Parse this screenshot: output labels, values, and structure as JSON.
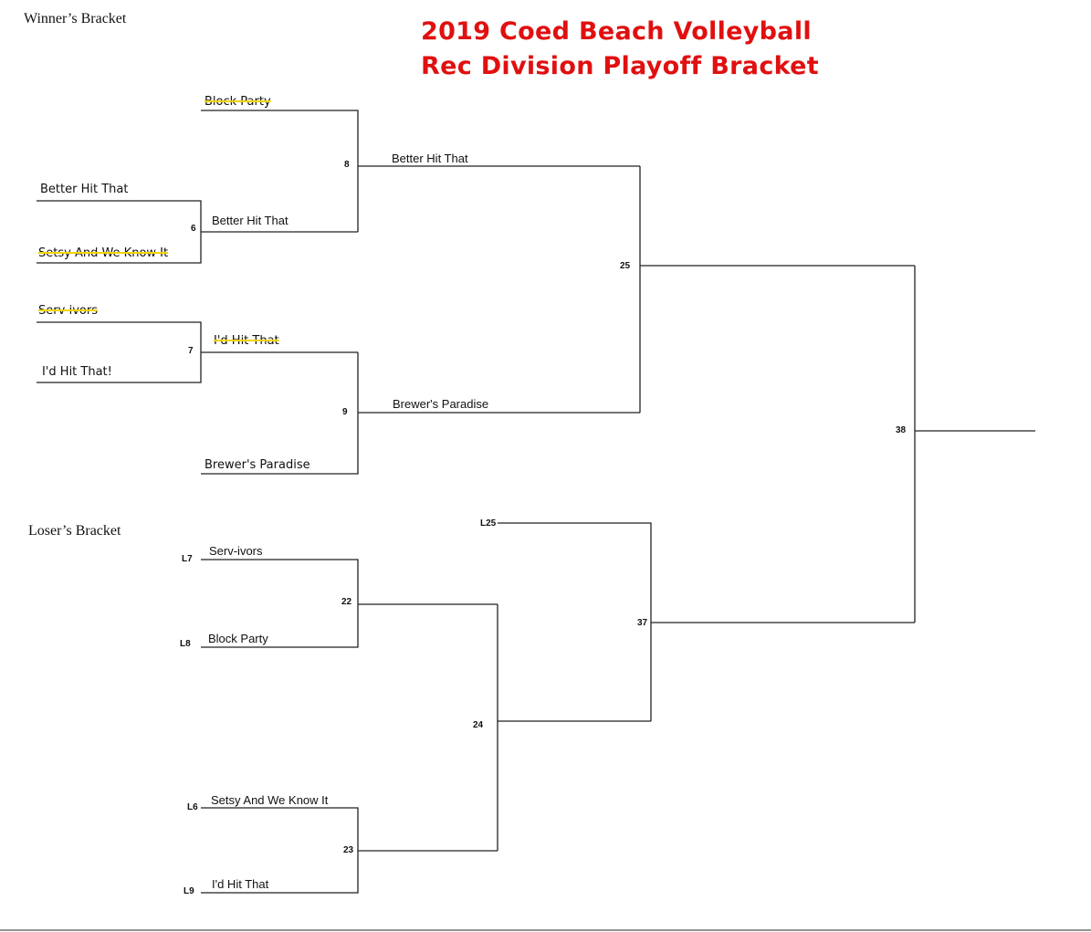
{
  "title": {
    "line1": "2019 Coed Beach Volleyball",
    "line2": "Rec Division Playoff Bracket"
  },
  "winners": {
    "heading": "Winner’s Bracket",
    "r1": [
      {
        "match": "6",
        "top": "Better Hit That",
        "bottom": "Setsy And We Know It",
        "bottom_eliminated": true
      },
      {
        "match": "7",
        "top": "Serv-ivors",
        "top_eliminated": true,
        "bottom": "I'd Hit That!"
      }
    ],
    "r2": [
      {
        "match": "8",
        "top": "Block Party",
        "top_eliminated": true,
        "bottom": "Better Hit That"
      },
      {
        "match": "9",
        "top": "I'd Hit That",
        "top_eliminated": true,
        "bottom": "Brewer's Paradise"
      }
    ],
    "r3": {
      "match": "25",
      "top": "Better Hit That",
      "bottom": "Brewer's Paradise"
    },
    "final": {
      "match": "38"
    }
  },
  "losers": {
    "heading": "Loser’s Bracket",
    "r1": [
      {
        "match": "22",
        "top_seed": "L7",
        "top": "Serv-ivors",
        "bottom_seed": "L8",
        "bottom": "Block Party"
      },
      {
        "match": "23",
        "top_seed": "L6",
        "top": "Setsy And We Know It",
        "bottom_seed": "L9",
        "bottom": "I'd Hit That"
      }
    ],
    "r2": {
      "match": "24"
    },
    "r3": {
      "match": "37",
      "top_seed": "L25"
    }
  }
}
